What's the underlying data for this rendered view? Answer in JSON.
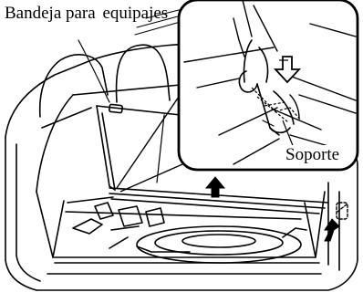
{
  "labels": {
    "tray_line1": "Bandeja para",
    "tray_line2": "equipajes",
    "support": "Soporte"
  },
  "colors": {
    "line": "#000000",
    "background": "#ffffff",
    "dashed": "#000000"
  },
  "icons": {
    "down_arrow": "hollow-down-arrow",
    "up_arrow_main": "solid-up-arrow",
    "up_arrow_side": "solid-up-arrow"
  }
}
